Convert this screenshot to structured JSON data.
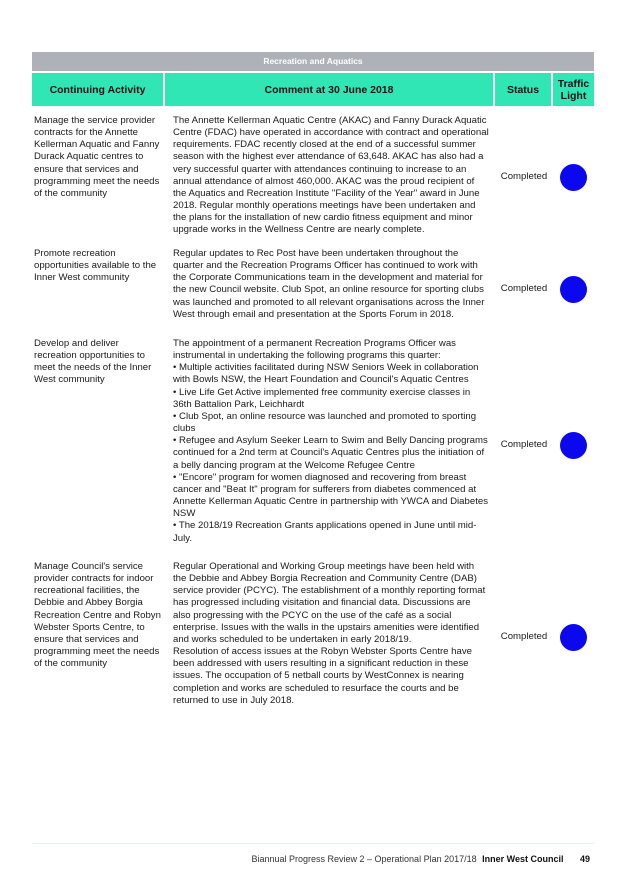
{
  "section_title": "Recreation and Aquatics",
  "headers": {
    "activity": "Continuing Activity",
    "comment": "Comment at 30 June 2018",
    "status": "Status",
    "traffic_line1": "Traffic",
    "traffic_line2": "Light"
  },
  "rows": [
    {
      "activity": "Manage the service provider contracts for the Annette Kellerman Aquatic and Fanny Durack Aquatic centres to ensure that services and programming meet the needs of the community",
      "comment": [
        "The Annette Kellerman Aquatic Centre (AKAC) and Fanny Durack Aquatic Centre (FDAC) have operated in accordance with contract and operational requirements. FDAC recently closed at the end of a successful summer season with the highest ever attendance of 63,648. AKAC has also had a very successful quarter with attendances continuing to increase to an annual attendance of almost 460,000. AKAC was the proud recipient of the Aquatics and Recreation Institute \"Facility of the Year\" award in June 2018. Regular monthly operations meetings have been undertaken and the plans for the installation of new cardio fitness equipment and minor upgrade works in the Wellness Centre are nearly complete."
      ],
      "status": "Completed",
      "light_color": "#0b08f0"
    },
    {
      "activity": "Promote recreation opportunities available to the Inner West community",
      "comment": [
        "Regular updates to Rec Post have been undertaken throughout the quarter and the Recreation Programs Officer has continued to work with the Corporate Communications team in the development and material for the new Council website. Club Spot, an online resource for sporting clubs was launched and promoted to all relevant organisations across the Inner West through email and presentation at the Sports Forum in 2018."
      ],
      "status": "Completed",
      "light_color": "#0b08f0"
    },
    {
      "activity": "Develop and deliver recreation opportunities to meet the needs of the Inner West community",
      "comment": [
        "The appointment of a permanent Recreation Programs Officer was instrumental in undertaking the following programs this quarter:",
        "• Multiple activities facilitated during NSW Seniors Week in collaboration with Bowls NSW, the Heart Foundation and Council's Aquatic Centres",
        "• Live Life Get Active implemented free community exercise classes in 36th Battalion Park, Leichhardt",
        "• Club Spot, an online resource was launched and promoted to sporting clubs",
        "• Refugee and Asylum Seeker Learn to Swim and Belly Dancing programs continued for a 2nd term at Council's Aquatic Centres plus the initiation of a belly dancing program at the Welcome Refugee Centre",
        "• \"Encore\" program for women diagnosed and recovering from breast cancer and \"Beat It\" program for sufferers from diabetes commenced at Annette Kellerman Aquatic Centre in partnership with YWCA and Diabetes NSW",
        "• The 2018/19 Recreation Grants applications opened in June until mid-July."
      ],
      "status": "Completed",
      "light_color": "#0b08f0"
    },
    {
      "activity": "Manage Council's service provider contracts for indoor recreational facilities, the Debbie and Abbey Borgia Recreation Centre and Robyn Webster Sports Centre, to ensure that services and programming meet the needs of the community",
      "comment": [
        "Regular Operational and Working Group meetings have been held with the Debbie and Abbey Borgia Recreation and Community Centre (DAB) service provider (PCYC). The establishment of a monthly reporting format has progressed including visitation and financial data. Discussions are also progressing with the PCYC on the use of the café as a social enterprise. Issues with the walls in the upstairs amenities were identified and works scheduled to be undertaken in early 2018/19.",
        "Resolution of access issues at the Robyn Webster Sports Centre have been addressed with users resulting in a significant reduction in these issues. The occupation of 5 netball courts by WestConnex is nearing completion and works are scheduled to resurface the courts and be returned to use in July 2018."
      ],
      "status": "Completed",
      "light_color": "#0b08f0"
    }
  ],
  "footer": {
    "doc_title": "Biannual Progress Review 2 – Operational Plan 2017/18",
    "org": "Inner West Council",
    "page": "49"
  }
}
